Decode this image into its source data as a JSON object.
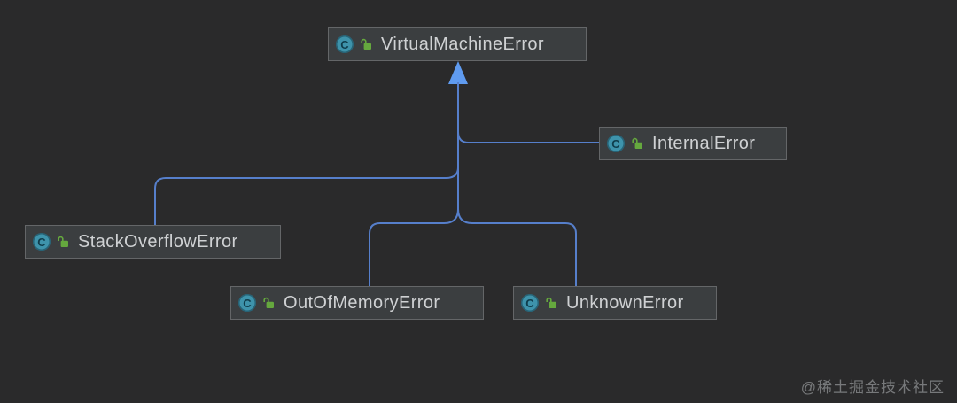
{
  "diagram": {
    "type": "uml-class-diagram",
    "description": "Inheritance hierarchy of Java VirtualMachineError subclasses",
    "nodes": [
      {
        "id": "vme",
        "label": "VirtualMachineError",
        "kind": "class"
      },
      {
        "id": "internal",
        "label": "InternalError",
        "kind": "class"
      },
      {
        "id": "stack",
        "label": "StackOverflowError",
        "kind": "class"
      },
      {
        "id": "oom",
        "label": "OutOfMemoryError",
        "kind": "class"
      },
      {
        "id": "unknown",
        "label": "UnknownError",
        "kind": "class"
      }
    ],
    "edges": [
      {
        "from": "InternalError",
        "to": "VirtualMachineError",
        "type": "inheritance",
        "arrowhead": "solid-triangle"
      },
      {
        "from": "StackOverflowError",
        "to": "VirtualMachineError",
        "type": "inheritance",
        "arrowhead": "solid-triangle"
      },
      {
        "from": "OutOfMemoryError",
        "to": "VirtualMachineError",
        "type": "inheritance",
        "arrowhead": "solid-triangle"
      },
      {
        "from": "UnknownError",
        "to": "VirtualMachineError",
        "type": "inheritance",
        "arrowhead": "solid-triangle"
      }
    ],
    "colors": {
      "background": "#2a2a2b",
      "node_bg": "#3b3e40",
      "node_border": "#646668",
      "label": "#cfd1d3",
      "edge": "#567fcb",
      "arrow": "#5f9bf0",
      "class_icon_bg": "#3e93ab",
      "class_icon_letter": "#0f3d4c",
      "lock_icon": "#65a83e",
      "watermark": "#8b8d8f"
    }
  },
  "icons": {
    "class_letter": "C"
  },
  "watermark": {
    "text": "@稀土掘金技术社区"
  }
}
